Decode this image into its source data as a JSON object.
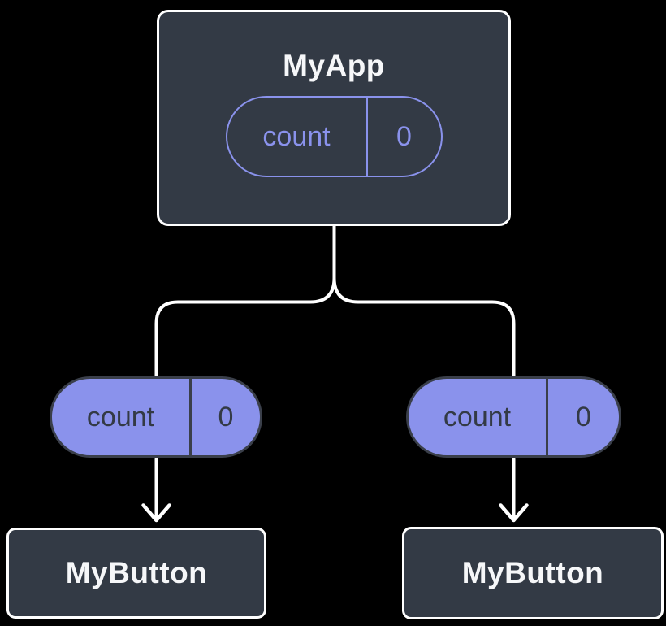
{
  "colors": {
    "background": "#000000",
    "node_fill": "#333A45",
    "node_border": "#FFFFFF",
    "node_text": "#F6F7F9",
    "accent_purple": "#8A92EC",
    "pill_dark_border": "#3A3F4A",
    "pill_dark_text": "#333A45",
    "connector": "#FFFFFF"
  },
  "diagram": {
    "root": {
      "title": "MyApp",
      "state": {
        "name": "count",
        "value": "0"
      }
    },
    "props": [
      {
        "name": "count",
        "value": "0"
      },
      {
        "name": "count",
        "value": "0"
      }
    ],
    "children": [
      {
        "title": "MyButton"
      },
      {
        "title": "MyButton"
      }
    ]
  }
}
